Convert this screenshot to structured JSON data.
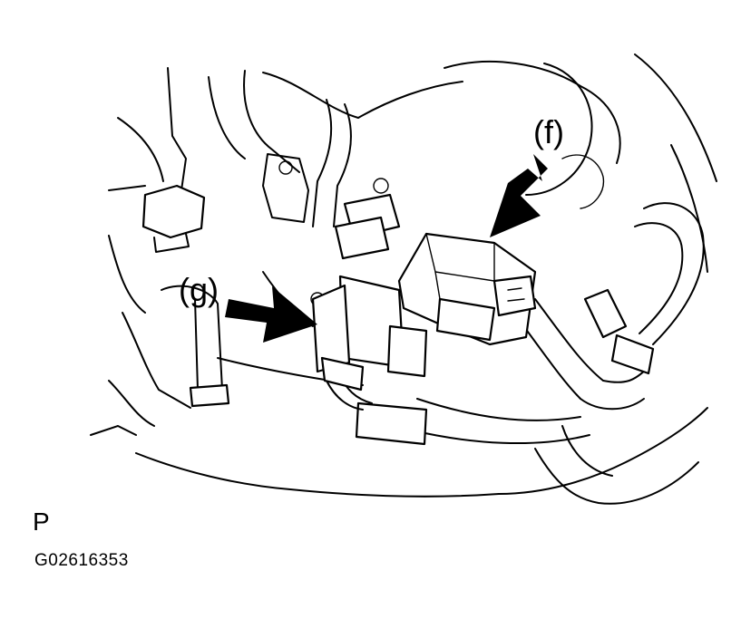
{
  "callouts": {
    "f": "(f)",
    "g": "(g)"
  },
  "view_letter": "P",
  "figure_id": "G02616353",
  "colors": {
    "line": "#000000",
    "background": "#ffffff"
  }
}
